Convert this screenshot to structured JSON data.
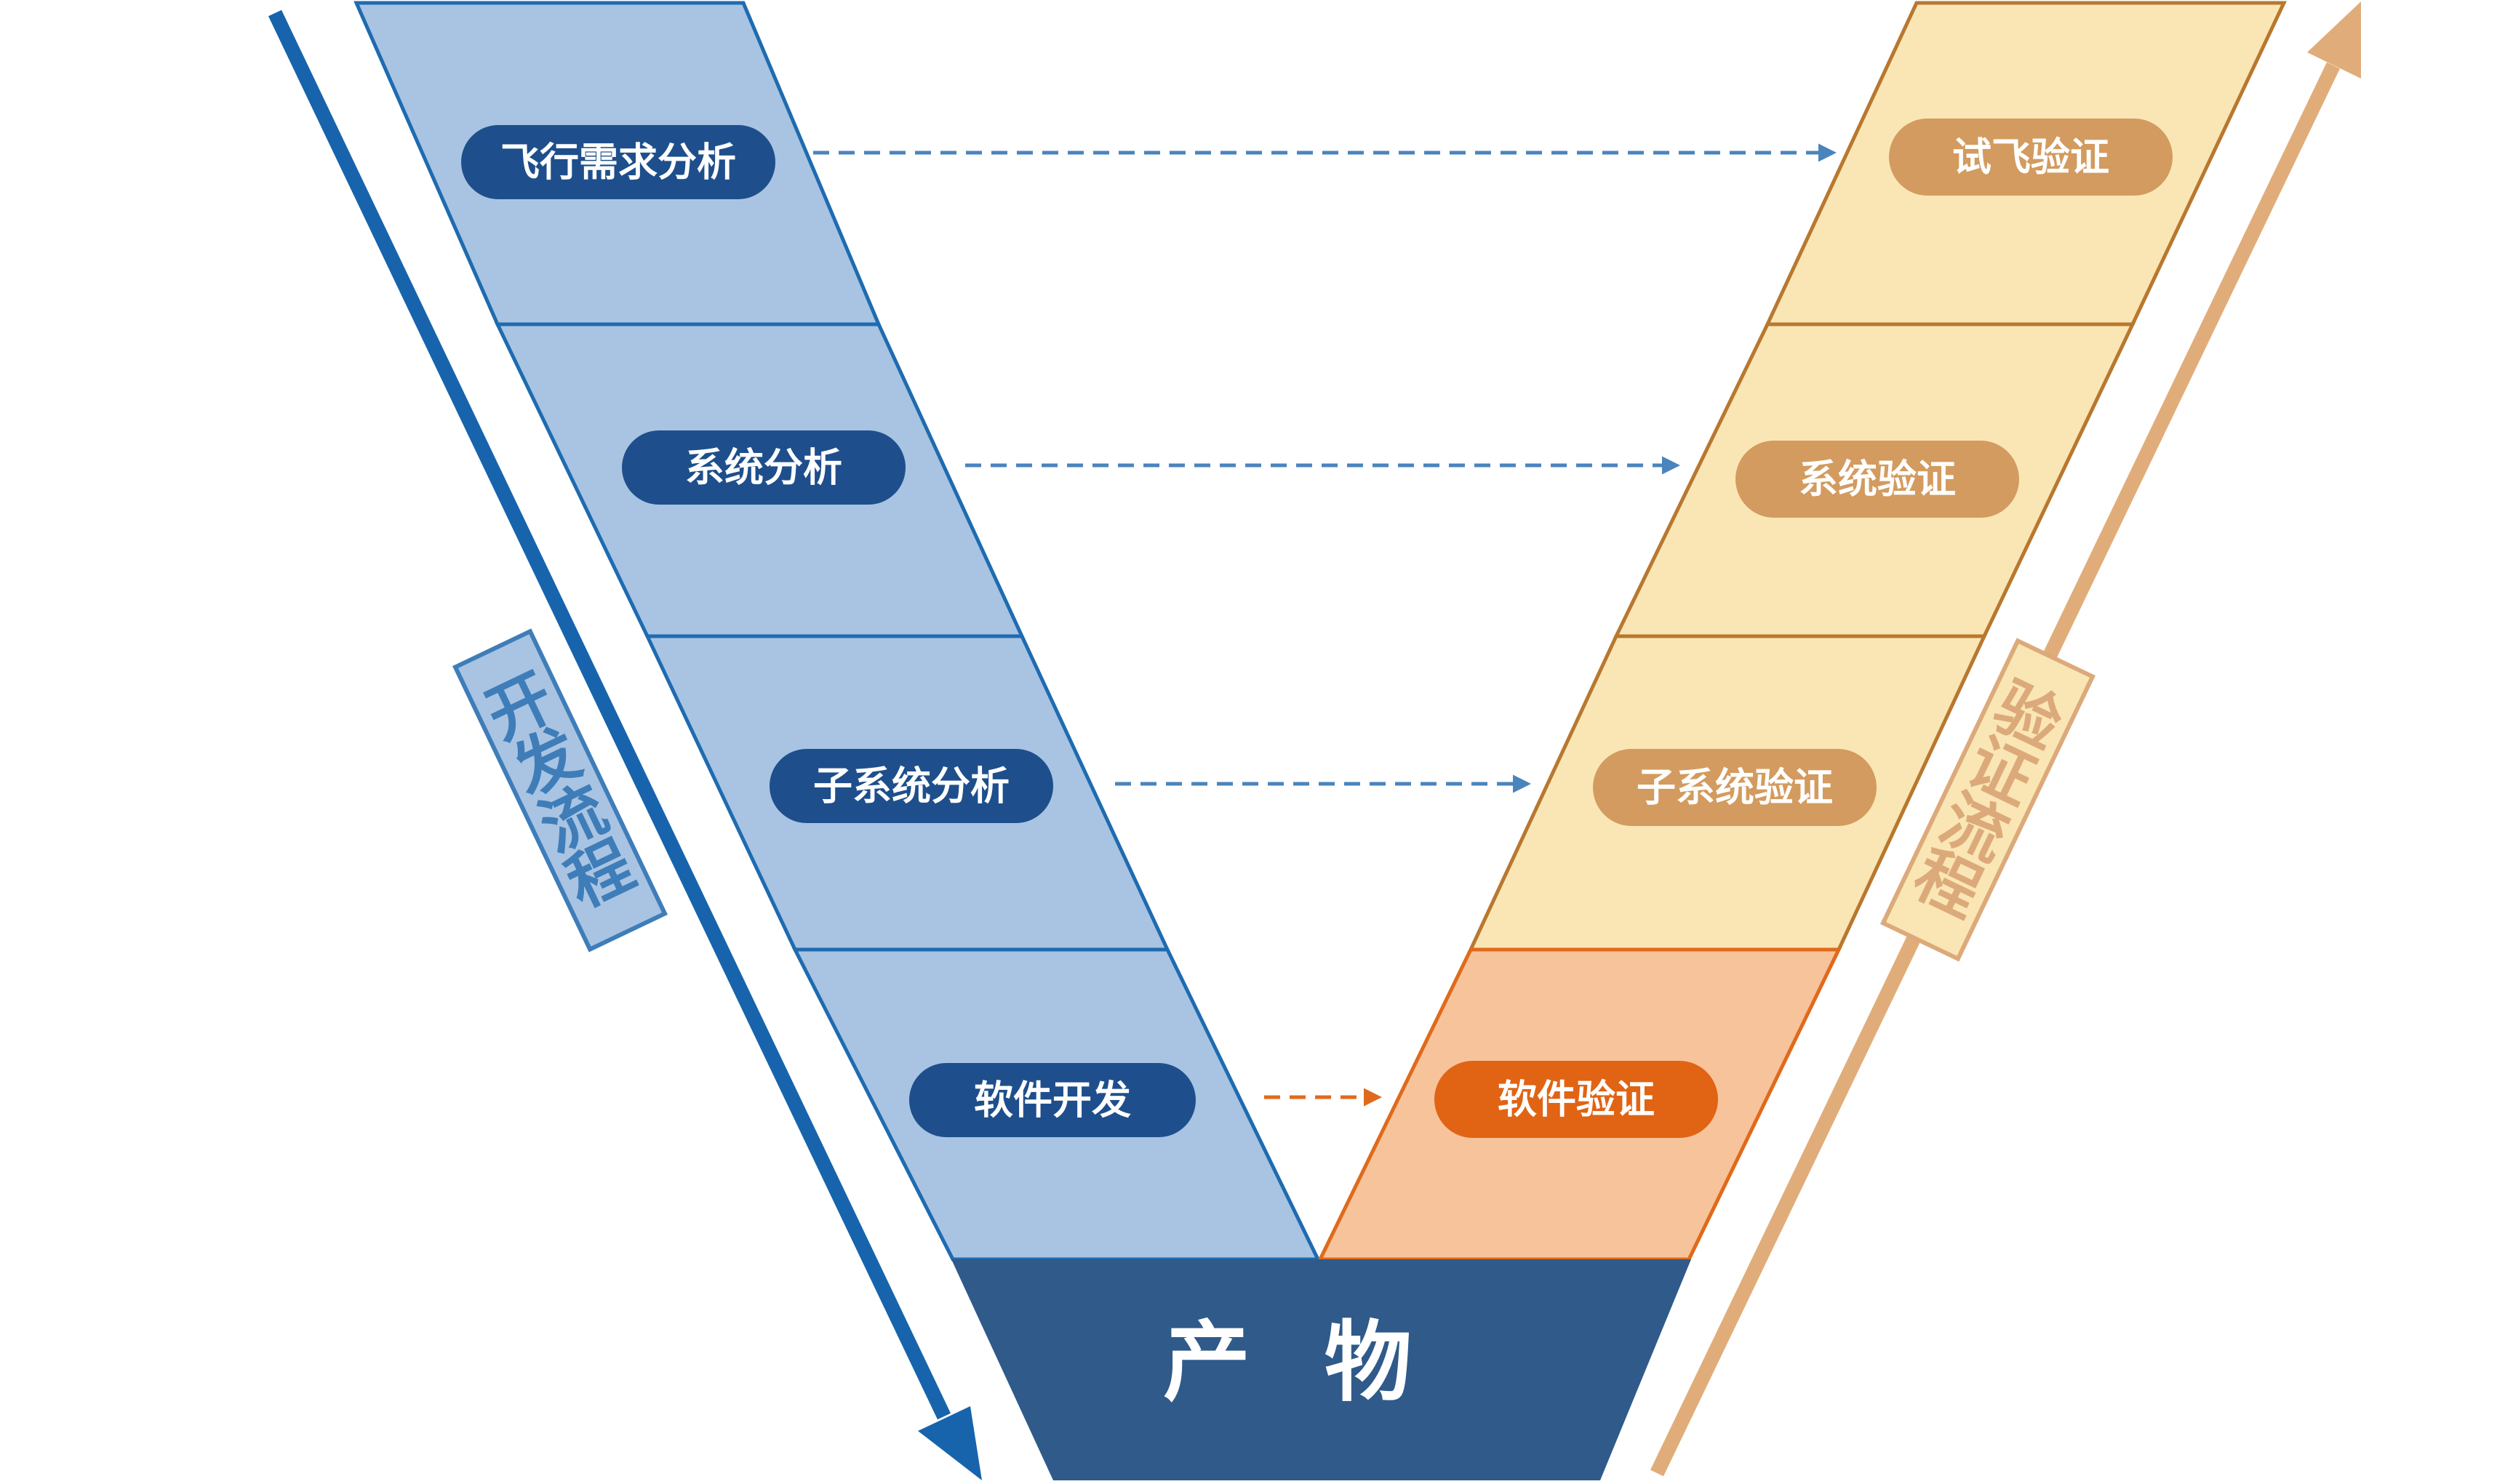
{
  "development": {
    "stages": [
      {
        "label": "飞行需求分析"
      },
      {
        "label": "系统分析"
      },
      {
        "label": "子系统分析"
      },
      {
        "label": "软件开发"
      }
    ],
    "flow_label": [
      "开",
      "发",
      "流",
      "程"
    ]
  },
  "verification": {
    "stages": [
      {
        "label": "试飞验证"
      },
      {
        "label": "系统验证"
      },
      {
        "label": "子系统验证"
      },
      {
        "label": "软件验证"
      }
    ],
    "flow_label": [
      "验",
      "证",
      "流",
      "程"
    ]
  },
  "output": {
    "label": "产 物"
  },
  "colors": {
    "dev_fill": "#a8c4e2",
    "dev_stroke": "#1f6bb0",
    "dev_pill": "#1e4f8c",
    "dev_arrow": "#1764ad",
    "dev_dashed": "#4a84bd",
    "ver_fill": "#fae6b5",
    "ver_stroke": "#b8782f",
    "ver_pill": "#d39b5f",
    "ver_arrow": "#e0ad7a",
    "sw_fill": "#f7c39b",
    "sw_stroke": "#e06a1b",
    "sw_pill": "#e06414",
    "base_fill": "#2f5a8a",
    "tag_dev_fill": "#a8c4e2",
    "tag_dev_text": "#3f7db9",
    "tag_ver_fill": "#fae6b5",
    "tag_ver_text": "#dcaa7a"
  }
}
